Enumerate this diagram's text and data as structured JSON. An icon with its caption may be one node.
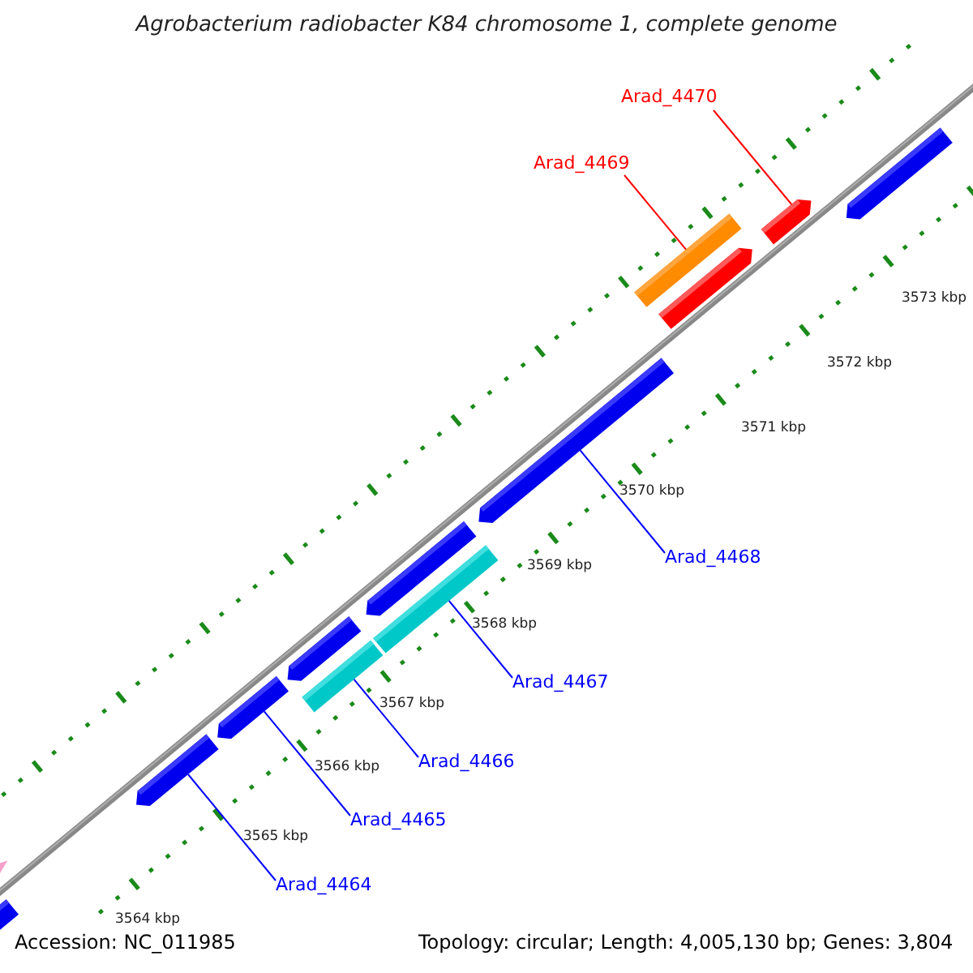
{
  "diagram": {
    "title": "Agrobacterium radiobacter K84 chromosome 1, complete genome",
    "nodes": [
      {
        "text": [
          "Arad_4470"
        ]
      },
      {
        "text": [
          "Arad_4469"
        ]
      },
      {
        "text": [
          "Arad_4468"
        ]
      },
      {
        "text": [
          "Arad_4467"
        ]
      },
      {
        "text": [
          "Arad_4466"
        ]
      },
      {
        "text": [
          "Arad_4465"
        ]
      },
      {
        "text": [
          "Arad_4464"
        ]
      },
      {
        "text": [],
        "shape": "arrow"
      },
      {
        "text": [],
        "shape": "arrow"
      },
      {
        "text": [],
        "shape": "bar"
      },
      {
        "text": [],
        "shape": "arrow"
      },
      {
        "text": [],
        "shape": "arrow"
      },
      {
        "text": [],
        "shape": "arrow"
      },
      {
        "text": [],
        "shape": "bar"
      },
      {
        "text": [],
        "shape": "arrow"
      },
      {
        "text": [],
        "shape": "bar"
      },
      {
        "text": [],
        "shape": "arrow"
      },
      {
        "text": [],
        "shape": "arrow"
      },
      {
        "text": [],
        "shape": "triangle"
      },
      {
        "text": [],
        "shape": "arrow"
      }
    ],
    "edges": [
      {
        "from": 0,
        "to": 8,
        "arrow": "none",
        "color": "#ff0000"
      },
      {
        "from": 1,
        "to": 9,
        "arrow": "none",
        "color": "#ff0000"
      },
      {
        "from": 2,
        "to": 11,
        "arrow": "none"
      },
      {
        "from": 3,
        "to": 13,
        "arrow": "none"
      },
      {
        "from": 4,
        "to": 15,
        "arrow": "none"
      },
      {
        "from": 5,
        "to": 16,
        "arrow": "none"
      },
      {
        "from": 6,
        "to": 17,
        "arrow": "none"
      }
    ],
    "labels": [
      "3573 kbp",
      "3572 kbp",
      "3571 kbp",
      "3570 kbp",
      "3569 kbp",
      "3568 kbp",
      "3567 kbp",
      "3566 kbp",
      "3565 kbp",
      "3564 kbp",
      "Accession: NC_011985",
      "Topology: circular; Length: 4,005,130 bp; Genes: 3,804"
    ]
  }
}
